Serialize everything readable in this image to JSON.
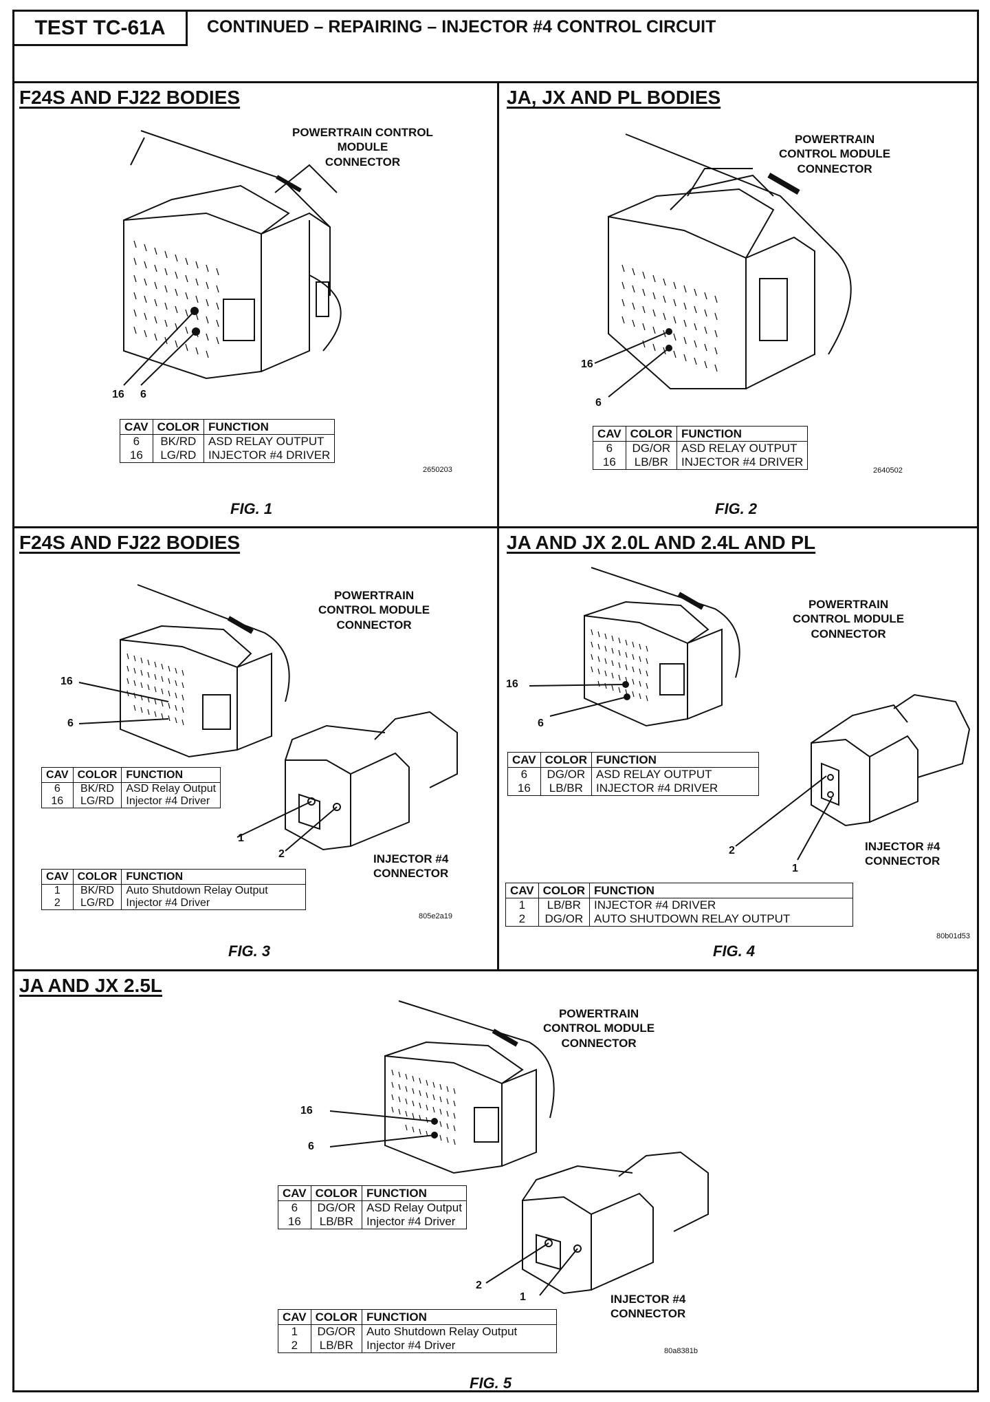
{
  "header": {
    "test_id": "TEST TC-61A",
    "title": "CONTINUED – REPAIRING – INJECTOR #4 CONTROL CIRCUIT"
  },
  "table_headers": {
    "cav": "CAV",
    "color": "COLOR",
    "function": "FUNCTION"
  },
  "fig1": {
    "section": "F24S AND FJ22 BODIES",
    "connector_label": "POWERTRAIN CONTROL\nMODULE\nCONNECTOR",
    "pin_labels": [
      "16",
      "6"
    ],
    "rows": [
      {
        "cav": "6",
        "color": "BK/RD",
        "function": "ASD RELAY OUTPUT"
      },
      {
        "cav": "16",
        "color": "LG/RD",
        "function": "INJECTOR #4 DRIVER"
      }
    ],
    "code": "2650203",
    "caption": "FIG. 1"
  },
  "fig2": {
    "section": "JA, JX AND PL BODIES",
    "connector_label": "POWERTRAIN\nCONTROL MODULE\nCONNECTOR",
    "pin_labels": [
      "16",
      "6"
    ],
    "rows": [
      {
        "cav": "6",
        "color": "DG/OR",
        "function": "ASD RELAY OUTPUT"
      },
      {
        "cav": "16",
        "color": "LB/BR",
        "function": "INJECTOR #4 DRIVER"
      }
    ],
    "code": "2640502",
    "caption": "FIG. 2"
  },
  "fig3": {
    "section": "F24S AND FJ22 BODIES",
    "connector_label": "POWERTRAIN\nCONTROL MODULE\nCONNECTOR",
    "injector_label": "INJECTOR #4\nCONNECTOR",
    "pin_labels": [
      "16",
      "6",
      "1",
      "2"
    ],
    "pcm_rows": [
      {
        "cav": "6",
        "color": "BK/RD",
        "function": "ASD Relay Output"
      },
      {
        "cav": "16",
        "color": "LG/RD",
        "function": "Injector #4 Driver"
      }
    ],
    "inj_rows": [
      {
        "cav": "1",
        "color": "BK/RD",
        "function": "Auto Shutdown Relay Output"
      },
      {
        "cav": "2",
        "color": "LG/RD",
        "function": "Injector #4 Driver"
      }
    ],
    "code": "805e2a19",
    "caption": "FIG. 3"
  },
  "fig4": {
    "section": "JA AND JX 2.0L AND 2.4L AND PL",
    "connector_label": "POWERTRAIN\nCONTROL MODULE\nCONNECTOR",
    "injector_label": "INJECTOR #4\nCONNECTOR",
    "pin_labels": [
      "16",
      "6",
      "2",
      "1"
    ],
    "pcm_rows": [
      {
        "cav": "6",
        "color": "DG/OR",
        "function": "ASD RELAY OUTPUT"
      },
      {
        "cav": "16",
        "color": "LB/BR",
        "function": "INJECTOR #4 DRIVER"
      }
    ],
    "inj_rows": [
      {
        "cav": "1",
        "color": "LB/BR",
        "function": "INJECTOR #4 DRIVER"
      },
      {
        "cav": "2",
        "color": "DG/OR",
        "function": "AUTO SHUTDOWN RELAY OUTPUT"
      }
    ],
    "code": "80b01d53",
    "caption": "FIG. 4"
  },
  "fig5": {
    "section": "JA AND JX 2.5L",
    "connector_label": "POWERTRAIN\nCONTROL MODULE\nCONNECTOR",
    "injector_label": "INJECTOR #4\nCONNECTOR",
    "pin_labels": [
      "16",
      "6",
      "2",
      "1"
    ],
    "pcm_rows": [
      {
        "cav": "6",
        "color": "DG/OR",
        "function": "ASD Relay Output"
      },
      {
        "cav": "16",
        "color": "LB/BR",
        "function": "Injector #4 Driver"
      }
    ],
    "inj_rows": [
      {
        "cav": "1",
        "color": "DG/OR",
        "function": "Auto Shutdown Relay Output"
      },
      {
        "cav": "2",
        "color": "LB/BR",
        "function": "Injector #4 Driver"
      }
    ],
    "code": "80a8381b",
    "caption": "FIG. 5"
  }
}
